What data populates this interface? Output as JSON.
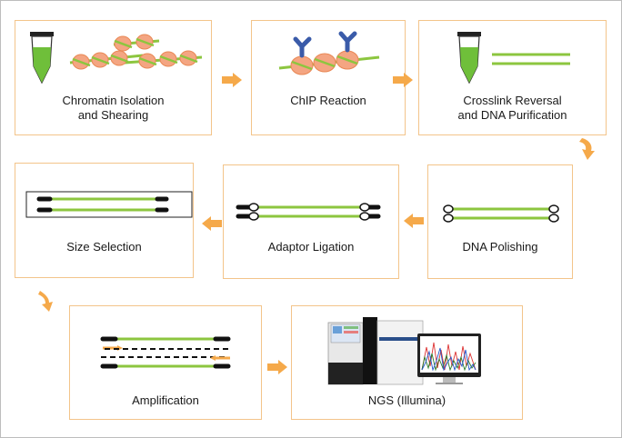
{
  "steps": [
    {
      "label": "Chromatin Isolation\nand Shearing"
    },
    {
      "label": "ChIP Reaction"
    },
    {
      "label": "Crosslink Reversal\nand DNA Purification"
    },
    {
      "label": "Size Selection"
    },
    {
      "label": "Adaptor Ligation"
    },
    {
      "label": "DNA Polishing"
    },
    {
      "label": "Amplification"
    },
    {
      "label": "NGS (Illumina)"
    }
  ],
  "colors": {
    "box_border": "#f3c48a",
    "arrow": "#f5a94a",
    "dna": "#8cc63f",
    "nucleosome": "#f4a582",
    "antibody": "#3a5ba9",
    "tube_liquid": "#6fbf3a",
    "adaptor": "#111111"
  }
}
